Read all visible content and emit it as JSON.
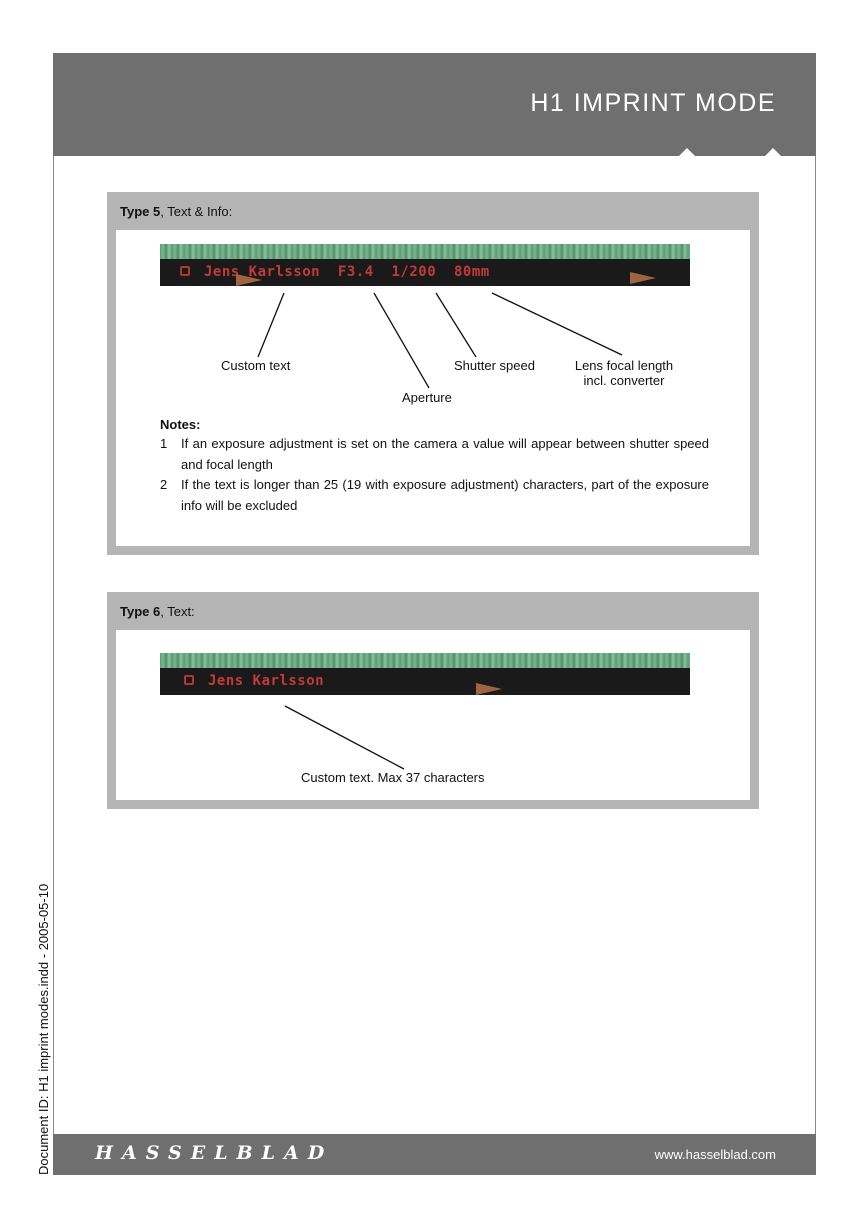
{
  "header": {
    "title": "H1 IMPRINT MODE"
  },
  "type5": {
    "label_bold": "Type 5",
    "label_rest": ", Text & Info:",
    "imprint_text": "Jens Karlsson  F3.4  1/200  80mm",
    "callouts": {
      "custom_text": "Custom text",
      "aperture": "Aperture",
      "shutter_speed": "Shutter speed",
      "lens_line1": "Lens focal length",
      "lens_line2": "incl. converter"
    },
    "notes": {
      "title": "Notes:",
      "items": [
        {
          "num": "1",
          "text": "If an exposure adjustment is set on the camera a value will appear between shutter speed and focal length"
        },
        {
          "num": "2",
          "text": "If the text is longer than 25 (19 with exposure adjustment) characters, part of the exposure info will be excluded"
        }
      ]
    }
  },
  "type6": {
    "label_bold": "Type 6",
    "label_rest": ", Text:",
    "imprint_text": "Jens Karlsson",
    "callout": "Custom text. Max 37 characters"
  },
  "footer": {
    "logo": "HASSELBLAD",
    "url": "www.hasselblad.com"
  },
  "side": {
    "document_id": "Document ID: H1 imprint modes.indd - 2005-05-10"
  },
  "colors": {
    "header_gray": "#6f6f6f",
    "panel_gray": "#b5b5b5",
    "imprint_red": "#c23a3a",
    "imprint_green": "#7fb892"
  }
}
